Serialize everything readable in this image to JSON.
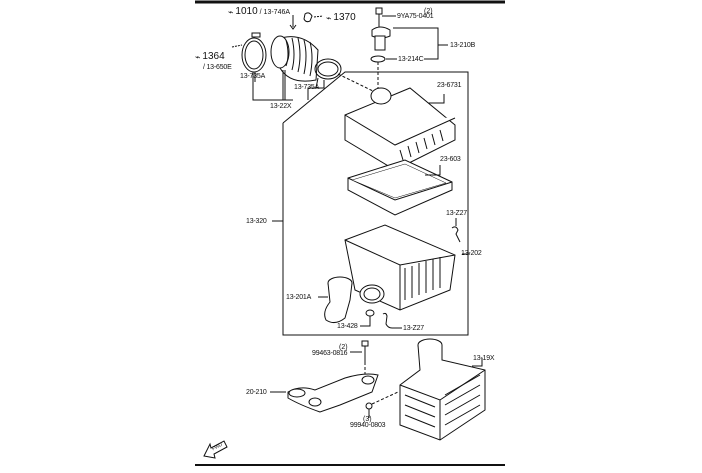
{
  "diagram": {
    "title_refs": [
      {
        "icon": "camera-ref-icon",
        "number": "1010",
        "sub": "/ 13-746A"
      },
      {
        "icon": "camera-ref-icon",
        "number": "1370",
        "sub": ""
      },
      {
        "icon": "camera-ref-icon",
        "number": "1364",
        "sub": "/ 13-650E"
      }
    ],
    "parts": {
      "p13_735A_left": "13-735A",
      "p13_735A_right": "13-735A",
      "p13_22X": "13-22X",
      "p9YA75": "9YA75-0401",
      "p9YA75_qty": "(2)",
      "p13_210B": "13-210B",
      "p13_214C": "13-214C",
      "p23_6731": "23-6731",
      "p23_603": "23-603",
      "p13_320": "13-320",
      "p13_Z27_top": "13-Z27",
      "p13_202": "13-202",
      "p13_201A": "13-201A",
      "p13_428": "13-428",
      "p13_Z27_bottom": "13-Z27",
      "p99463": "99463-0816",
      "p99463_qty": "(2)",
      "p13_19X": "13-19X",
      "p20_210": "20-210",
      "p99940": "99940-0803",
      "p99940_qty": "(3)"
    },
    "front_arrow": "FWD",
    "colors": {
      "line": "#111111",
      "background": "#ffffff"
    }
  }
}
